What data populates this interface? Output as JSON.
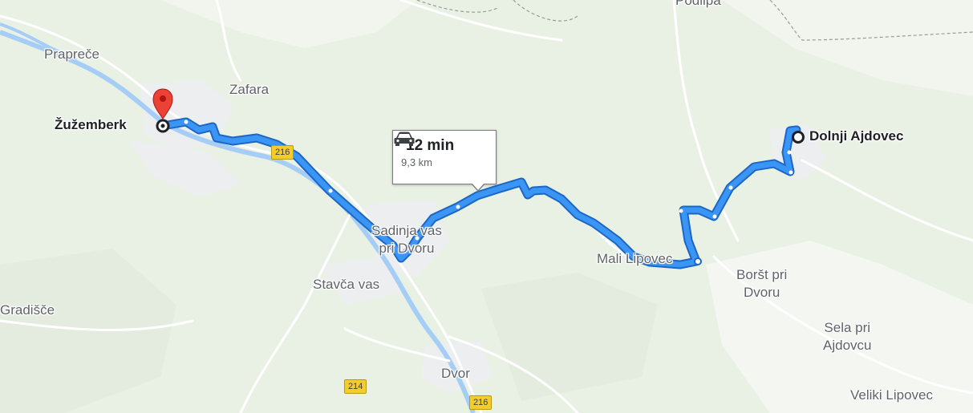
{
  "map": {
    "colors": {
      "land": "#e8f0e4",
      "built_up": "#eceff1",
      "water": "#9ec9f5",
      "road": "#ffffff",
      "route": "#2a8af0",
      "route_outline": "#1765c8",
      "pin": "#ea4335",
      "shield": "#f5cd2a"
    },
    "places": [
      {
        "id": "prapreče",
        "label": "Prapreče"
      },
      {
        "id": "zafara",
        "label": "Zafara"
      },
      {
        "id": "podlipa",
        "label": "Podlipa"
      },
      {
        "id": "sadinja",
        "label": "Sadinja vas\npri Dvoru"
      },
      {
        "id": "stavca",
        "label": "Stavča vas"
      },
      {
        "id": "gradisce",
        "label": "Gradišče"
      },
      {
        "id": "dvor",
        "label": "Dvor"
      },
      {
        "id": "mali",
        "label": "Mali Lipovec"
      },
      {
        "id": "borst",
        "label": "Boršt pri\nDvoru"
      },
      {
        "id": "sela",
        "label": "Sela pri\nAjdovcu"
      },
      {
        "id": "veliki",
        "label": "Veliki Lipovec"
      }
    ],
    "origin": {
      "label": "Žužemberk",
      "icon": "destination-pin-icon"
    },
    "destination": {
      "label": "Dolnji Ajdovec",
      "icon": "start-circle-icon"
    },
    "road_shields": [
      {
        "id": "r216a",
        "label": "216"
      },
      {
        "id": "r214",
        "label": "214"
      },
      {
        "id": "r216b",
        "label": "216"
      }
    ],
    "route_info": {
      "mode_icon": "car-icon",
      "duration": "12 min",
      "distance": "9,3 km"
    }
  }
}
